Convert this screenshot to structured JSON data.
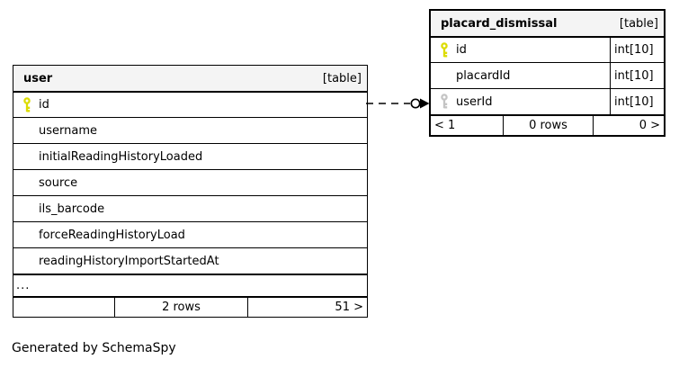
{
  "diagram": {
    "caption": "Generated by SchemaSpy",
    "relationship": {
      "from_table": "user",
      "from_column": "id",
      "to_table": "placard_dismissal",
      "to_column": "userId",
      "style": "dashed"
    }
  },
  "colors": {
    "header_bg": "#f4f4f4",
    "border": "#000000",
    "primary_key_icon": "#dcdc00",
    "foreign_key_icon": "#c4c4c4"
  },
  "tables": {
    "user": {
      "name": "user",
      "badge": "[table]",
      "columns": [
        {
          "name": "id",
          "key": "primary"
        },
        {
          "name": "username",
          "key": ""
        },
        {
          "name": "initialReadingHistoryLoaded",
          "key": ""
        },
        {
          "name": "source",
          "key": ""
        },
        {
          "name": "ils_barcode",
          "key": ""
        },
        {
          "name": "forceReadingHistoryLoad",
          "key": ""
        },
        {
          "name": "readingHistoryImportStartedAt",
          "key": ""
        }
      ],
      "ellipsis": "...",
      "footer": {
        "left": "",
        "center": "2 rows",
        "right": "51 >"
      }
    },
    "placard_dismissal": {
      "name": "placard_dismissal",
      "badge": "[table]",
      "columns": [
        {
          "name": "id",
          "type": "int[10]",
          "key": "primary"
        },
        {
          "name": "placardId",
          "type": "int[10]",
          "key": ""
        },
        {
          "name": "userId",
          "type": "int[10]",
          "key": "foreign"
        }
      ],
      "footer": {
        "left": "< 1",
        "center": "0 rows",
        "right": "0 >"
      }
    }
  }
}
